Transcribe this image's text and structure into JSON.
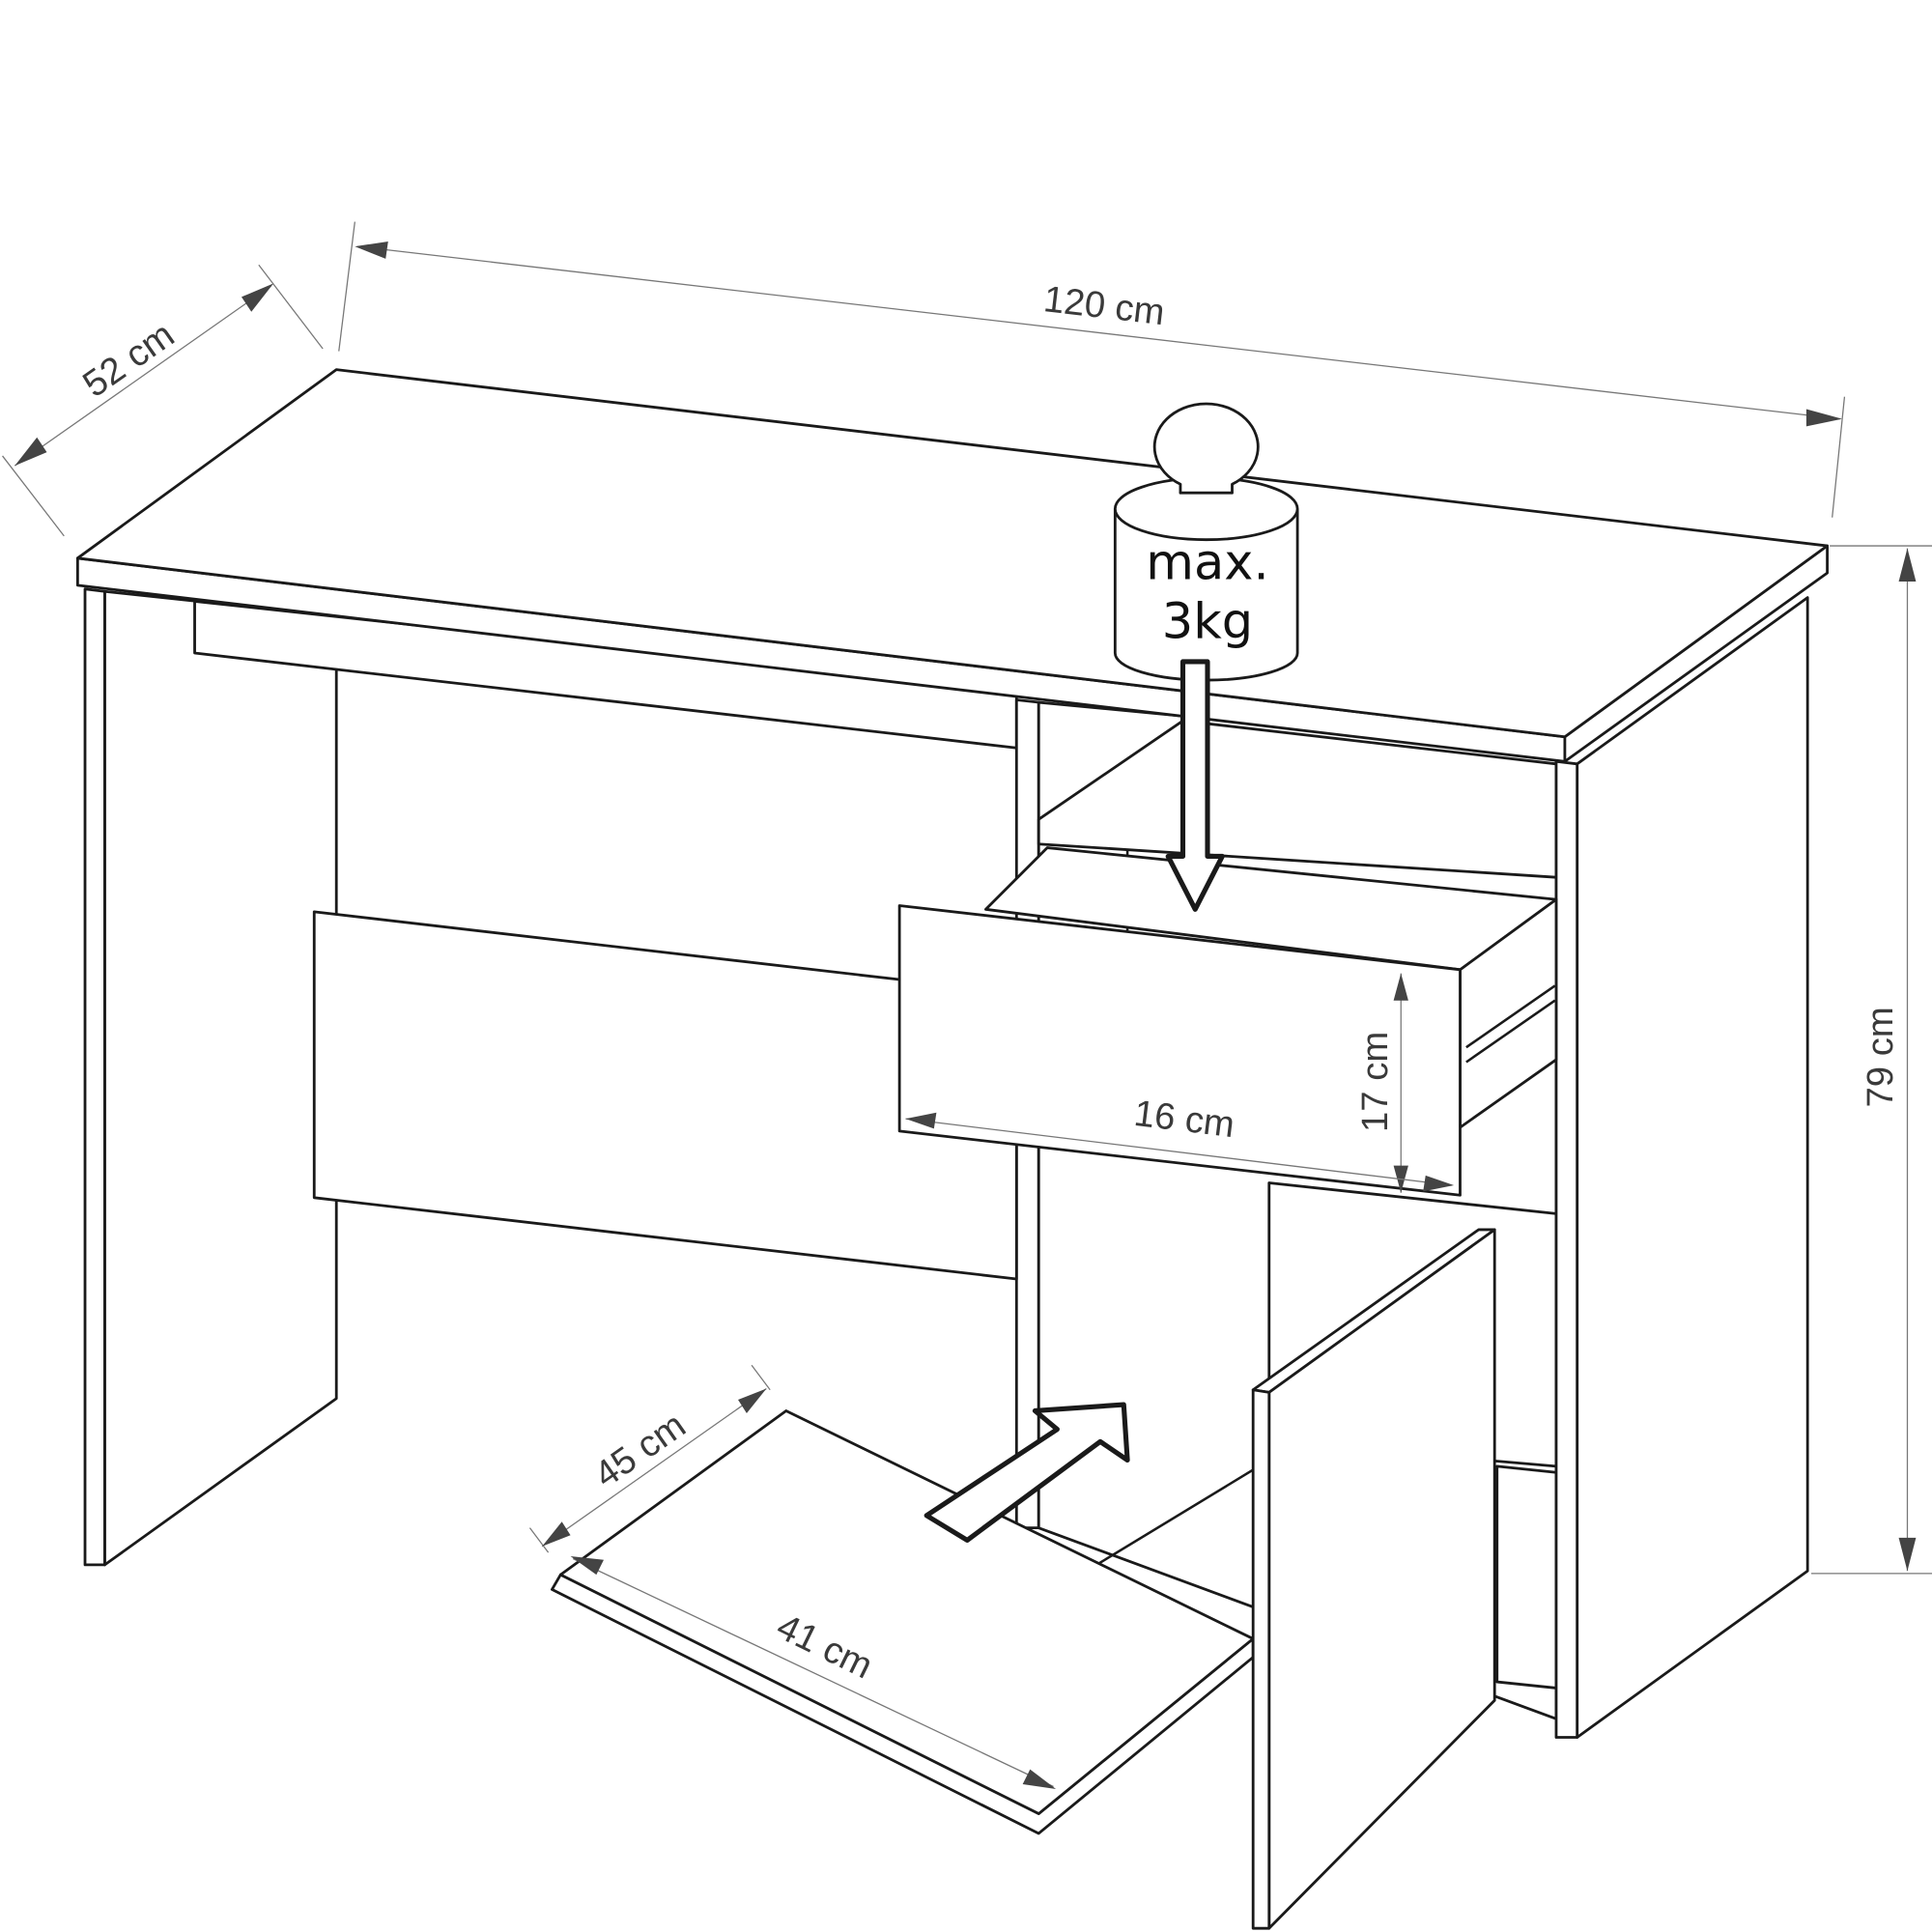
{
  "dimensions": {
    "width": "120 cm",
    "depth": "52 cm",
    "height": "79 cm",
    "drawer_height": "17 cm",
    "drawer_width": "16 cm",
    "tray_depth": "45 cm",
    "tray_width": "41 cm"
  },
  "weight": {
    "line1": "max.",
    "line2": "3kg"
  }
}
